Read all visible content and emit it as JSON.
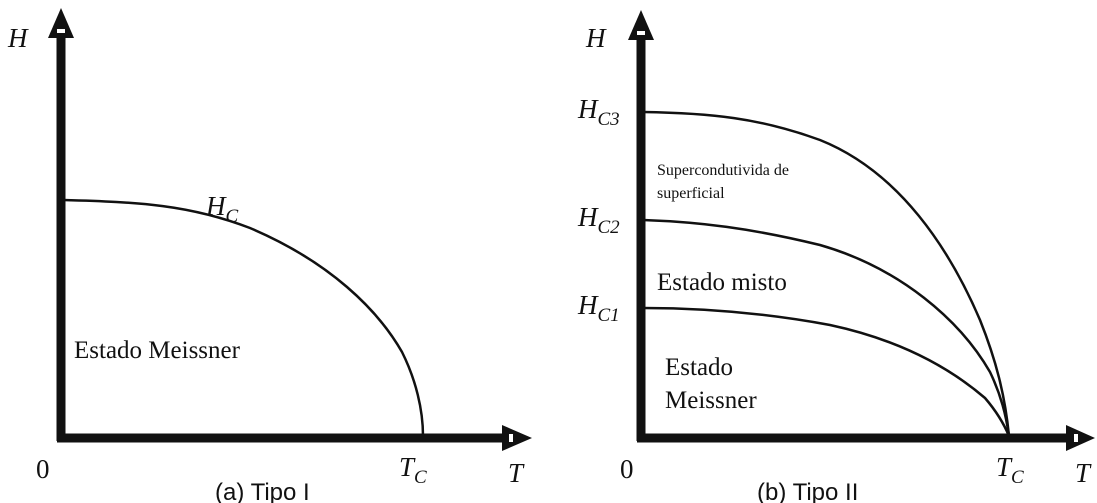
{
  "panel_a": {
    "y_axis_label": "H",
    "x_axis_label": "T",
    "origin_label": "0",
    "tc_label_main": "T",
    "tc_label_sub": "C",
    "curve_label_main": "H",
    "curve_label_sub": "C",
    "region_label": "Estado Meissner",
    "caption": "(a) Tipo I"
  },
  "panel_b": {
    "y_axis_label": "H",
    "x_axis_label": "T",
    "origin_label": "0",
    "tc_label_main": "T",
    "tc_label_sub": "C",
    "hc3_main": "H",
    "hc3_sub": "C3",
    "hc2_main": "H",
    "hc2_sub": "C2",
    "hc1_main": "H",
    "hc1_sub": "C1",
    "region_surface_line1": "Supercondutivida de",
    "region_surface_line2": "superficial",
    "region_mixed": "Estado misto",
    "region_meissner_line1": "Estado",
    "region_meissner_line2": "Meissner",
    "caption": "(b) Tipo II"
  },
  "colors": {
    "ink": "#111111",
    "background": "#ffffff"
  }
}
